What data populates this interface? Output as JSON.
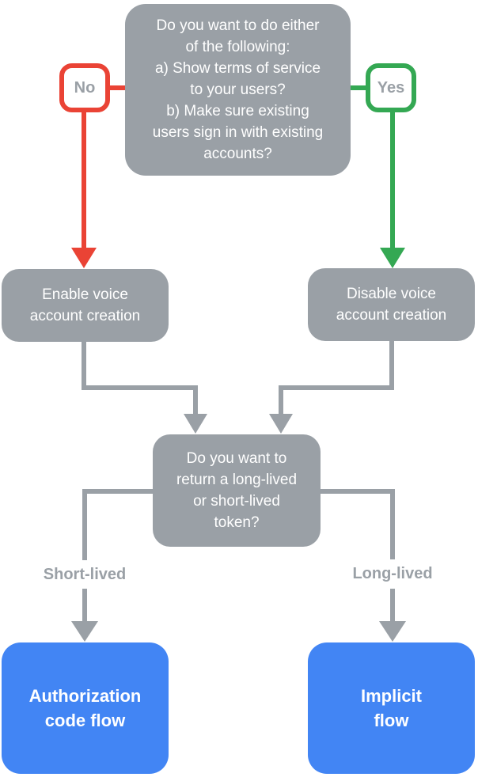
{
  "colors": {
    "page-bg": "#FFFFFF",
    "node-gray": "#9AA0A6",
    "connector-gray": "#9AA0A6",
    "no-red": "#EA4335",
    "yes-green": "#34A853",
    "result-blue": "#4285F4",
    "label-gray": "#9AA0A6",
    "node-text": "#FFFFFF",
    "badge-bg": "#FFFFFF",
    "label-bg": "#FFFFFF"
  },
  "flowchart": {
    "question_top": "Do you want to do either\nof the following:\na) Show terms of service\nto your users?\nb) Make sure existing\nusers sign in with existing\naccounts?",
    "branch_no_label": "No",
    "branch_yes_label": "Yes",
    "node_enable": "Enable voice\naccount creation",
    "node_disable": "Disable voice\naccount creation",
    "question_token": "Do you want to\nreturn a long-lived\nor short-lived\ntoken?",
    "edge_label_short": "Short-lived",
    "edge_label_long": "Long-lived",
    "result_authorization": "Authorization\ncode flow",
    "result_implicit": "Implicit\nflow"
  }
}
